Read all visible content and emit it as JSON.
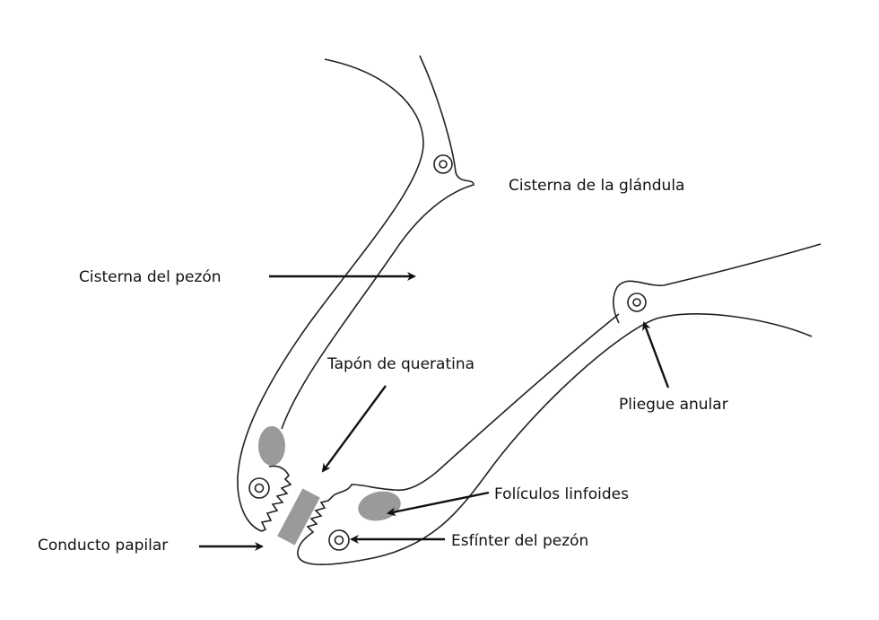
{
  "labels": {
    "gland_cistern": "Cisterna de la glándula",
    "teat_cistern": "Cisterna del pezón",
    "keratin_plug": "Tapón de queratina",
    "annular_fold": "Pliegue anular",
    "lymphoid_follicles": "Folículos linfoides",
    "teat_sphincter": "Esfínter del pezón",
    "papillary_duct": "Conducto papilar"
  },
  "colors": {
    "line": "#222222",
    "fill": "#9a9a9a"
  }
}
